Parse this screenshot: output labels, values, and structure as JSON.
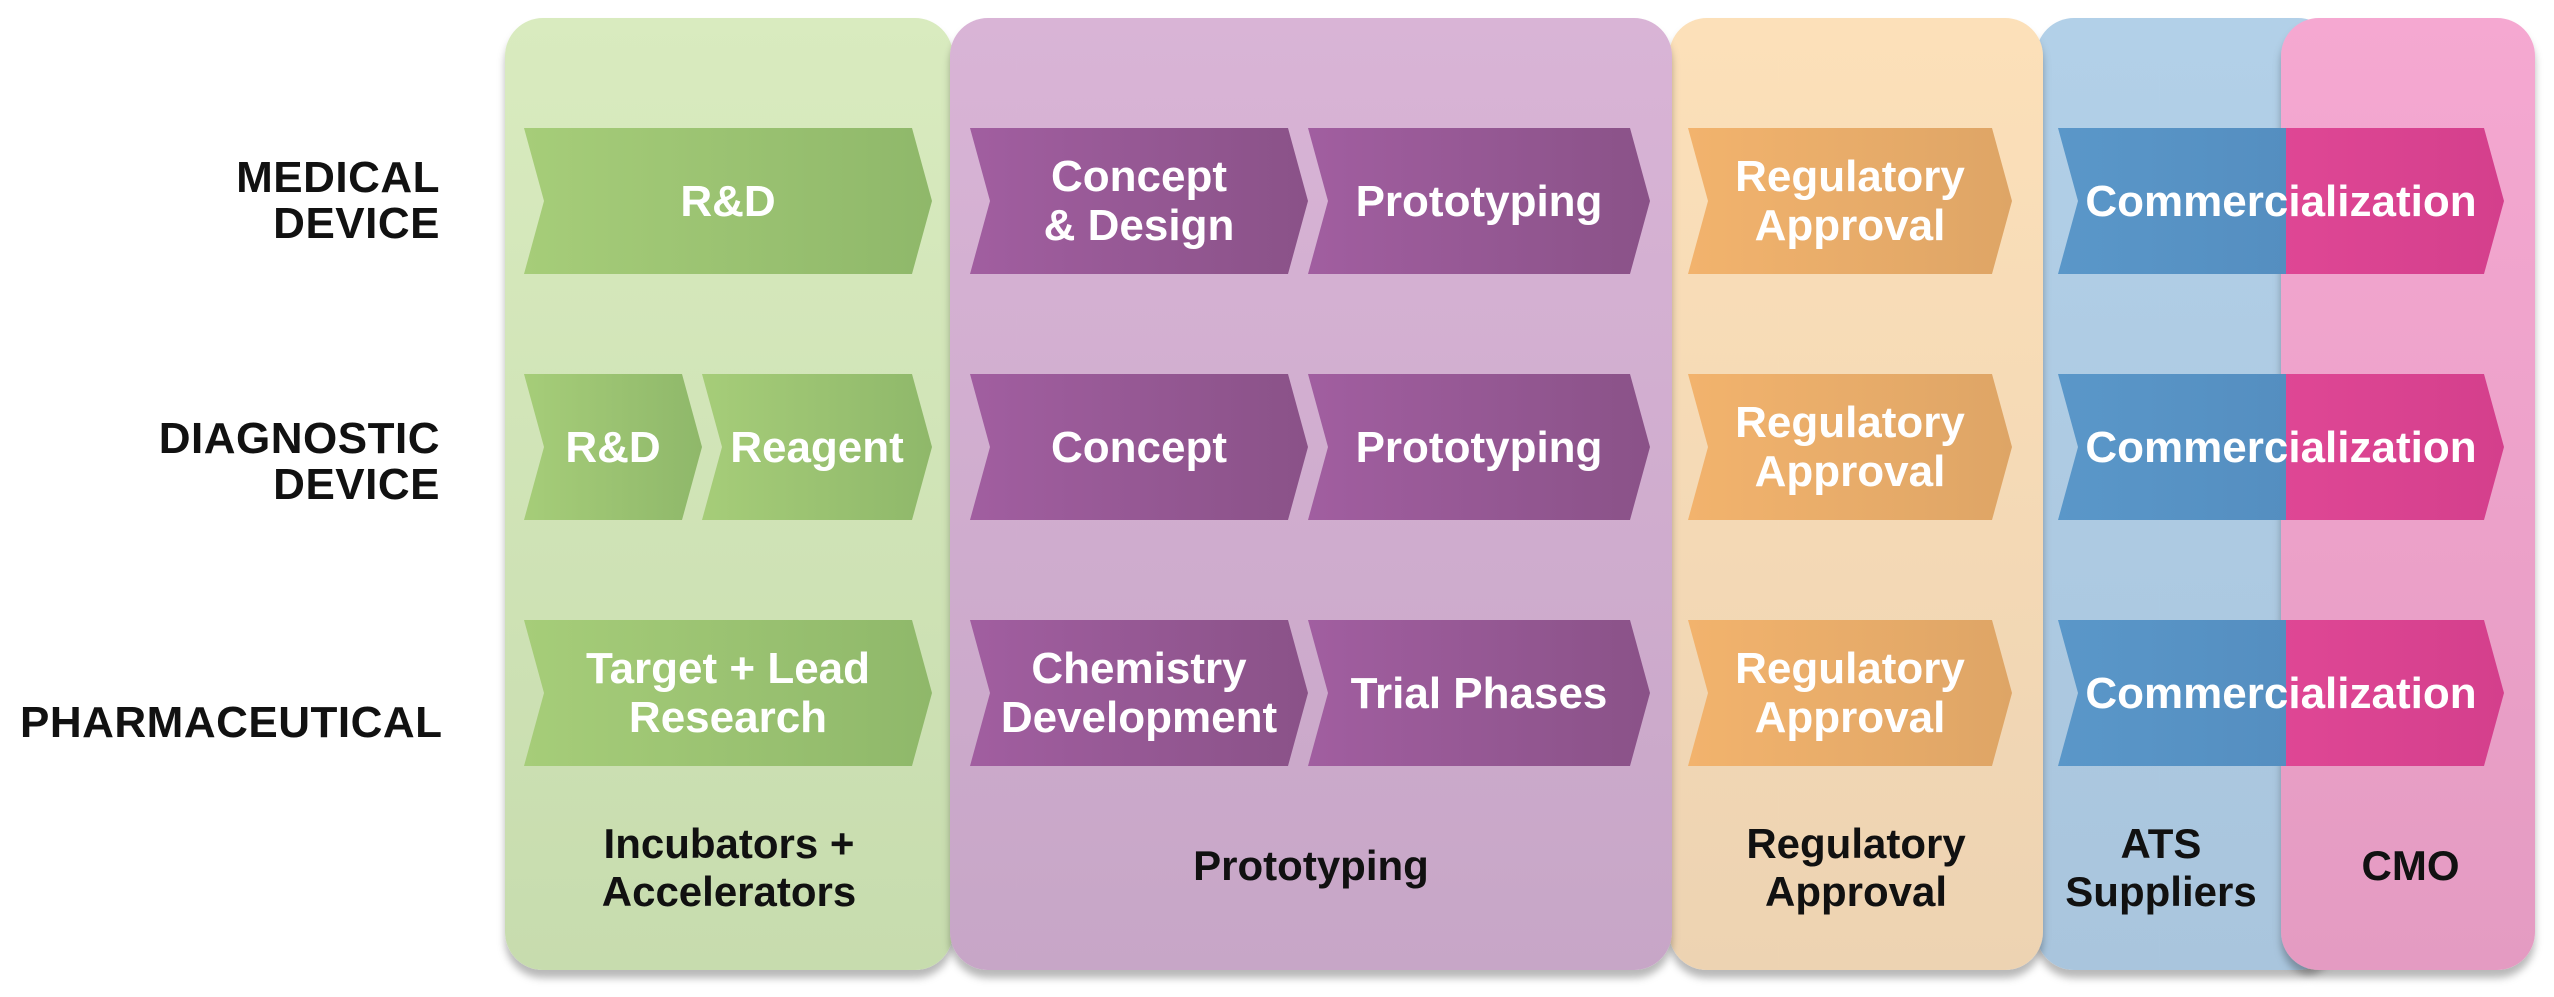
{
  "rows": [
    {
      "label": [
        "MEDICAL",
        "DEVICE"
      ]
    },
    {
      "label": [
        "DIAGNOSTIC",
        "DEVICE"
      ]
    },
    {
      "label": [
        "PHARMACEUTICAL"
      ]
    }
  ],
  "columns": [
    {
      "id": "incubators",
      "label": [
        "Incubators +",
        "Accelerators"
      ],
      "color": "#d4e6b5"
    },
    {
      "id": "prototyping",
      "label": [
        "Prototyping"
      ],
      "color": "#d6b0d2"
    },
    {
      "id": "regulatory",
      "label": [
        "Regulatory",
        "Approval"
      ],
      "color": "#fbddb5"
    },
    {
      "id": "ats",
      "label": [
        "ATS",
        "Suppliers"
      ],
      "color": "#b0cde6"
    },
    {
      "id": "cmo",
      "label": [
        "CMO"
      ],
      "color": "#f4a3cf"
    }
  ],
  "stages": {
    "medical": [
      {
        "text": [
          "R&D"
        ],
        "kind": "green"
      },
      {
        "text": [
          "Concept",
          "& Design"
        ],
        "kind": "purple"
      },
      {
        "text": [
          "Prototyping"
        ],
        "kind": "purple"
      },
      {
        "text": [
          "Regulatory",
          "Approval"
        ],
        "kind": "orange"
      },
      {
        "text": [
          "Commercialization"
        ],
        "kind": "commercial"
      }
    ],
    "diagnostic": [
      {
        "text": [
          "R&D"
        ],
        "kind": "green"
      },
      {
        "text": [
          "Reagent"
        ],
        "kind": "green"
      },
      {
        "text": [
          "Concept"
        ],
        "kind": "purple"
      },
      {
        "text": [
          "Prototyping"
        ],
        "kind": "purple"
      },
      {
        "text": [
          "Regulatory",
          "Approval"
        ],
        "kind": "orange"
      },
      {
        "text": [
          "Commercialization"
        ],
        "kind": "commercial"
      }
    ],
    "pharmaceutical": [
      {
        "text": [
          "Target + Lead",
          "Research"
        ],
        "kind": "green"
      },
      {
        "text": [
          "Chemistry",
          "Development"
        ],
        "kind": "purple"
      },
      {
        "text": [
          "Trial Phases"
        ],
        "kind": "purple"
      },
      {
        "text": [
          "Regulatory",
          "Approval"
        ],
        "kind": "orange"
      },
      {
        "text": [
          "Commercialization"
        ],
        "kind": "commercial"
      }
    ]
  },
  "colors": {
    "green": "#8fbf63",
    "purple": "#94568f",
    "orange": "#e8a35f",
    "blue": "#5591c4",
    "pink": "#e8479a"
  }
}
